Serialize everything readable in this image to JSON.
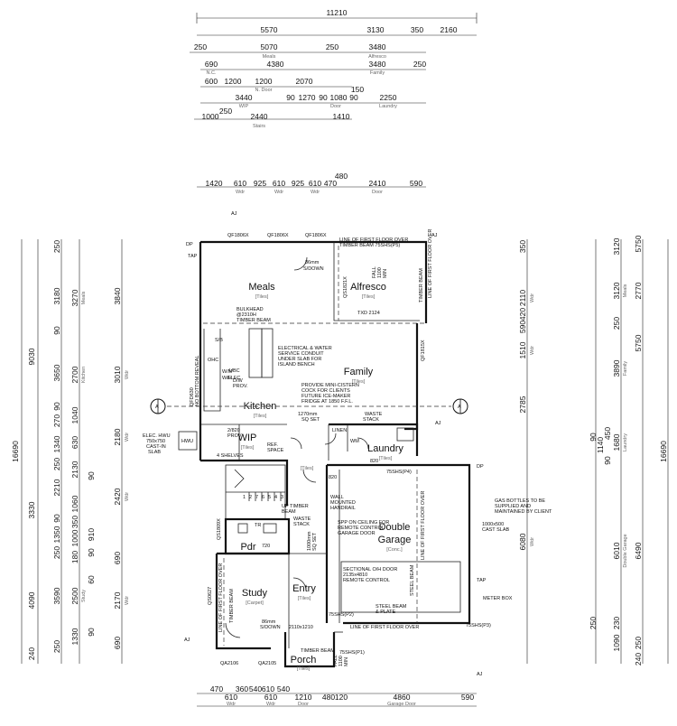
{
  "top_dims": {
    "overall": "11210",
    "r1": [
      "5570",
      "3130",
      "350",
      "2160"
    ],
    "r2": [
      "250",
      "5070",
      "250",
      "3480"
    ],
    "r2_sub": [
      "Meals",
      "Alfresco"
    ],
    "r3": [
      "690",
      "4380",
      "3480",
      "250"
    ],
    "r3_sub": [
      "N.C.",
      "Family"
    ],
    "r4": [
      "600",
      "1200",
      "1200",
      "2070"
    ],
    "r4_sub": "N. Door",
    "r5_top": "150",
    "r5": [
      "3440",
      "90",
      "1270",
      "90",
      "1080",
      "90",
      "2250"
    ],
    "r5_sub": [
      "WIP",
      "Door",
      "Laundry"
    ],
    "r6": [
      "250",
      "1000",
      "2440",
      "1410"
    ],
    "r6_sub": "Stairs",
    "w_total": "480",
    "w": [
      "1420",
      "610",
      "925",
      "610",
      "925",
      "610",
      "470",
      "2410",
      "590"
    ],
    "w_sub": [
      "Wdr",
      "Wdr",
      "Wdr",
      "Door"
    ]
  },
  "bottom_dims": {
    "b1": [
      "470",
      "360",
      "610",
      "540",
      "540"
    ],
    "b2": [
      "610",
      "610",
      "1210",
      "480",
      "120",
      "4860",
      "590"
    ],
    "sub": [
      "Wdr",
      "Wdr",
      "Door",
      "Garage Door"
    ]
  },
  "left_dims": {
    "total": "16690",
    "c1": "9030",
    "c2": [
      "250",
      "3180",
      "90",
      "3650",
      "90",
      "270",
      "1340",
      "250",
      "2210",
      "3330",
      "90",
      "1350",
      "250",
      "4090",
      "3590",
      "250",
      "240"
    ],
    "c3": [
      "3270",
      "2700",
      "1040",
      "630",
      "2130",
      "1060",
      "350",
      "1000",
      "180",
      "2500",
      "1330"
    ],
    "c3_sub": [
      "Meals",
      "Kitchen",
      "Study"
    ],
    "c4": [
      "90",
      "910",
      "90",
      "60",
      "90"
    ],
    "c5": [
      "3840",
      "3010",
      "2180",
      "2420",
      "690",
      "2170",
      "690"
    ],
    "c5_sub": [
      "Wdr",
      "Wdr",
      "Wdr",
      "Wdr"
    ]
  },
  "right_dims": {
    "total": "16690",
    "r1": [
      "350",
      "2110",
      "420",
      "590",
      "1510",
      "2785",
      "6080"
    ],
    "r1_sub": [
      "Wdr",
      "Wdr",
      "Wdr"
    ],
    "r2": [
      "3120",
      "2770",
      "250",
      "3890",
      "90",
      "1140",
      "450",
      "1680",
      "90",
      "6010",
      "250",
      "230",
      "1090",
      "250"
    ],
    "r2_sub": [
      "Meals",
      "Family",
      "Laundry",
      "Double Garage"
    ],
    "r3": [
      "5750",
      "6490",
      "240"
    ]
  },
  "rooms": {
    "meals": "Meals",
    "alfresco": "Alfresco",
    "family": "Family",
    "kitchen": "Kitchen",
    "wip": "WIP",
    "laundry": "Laundry",
    "pdr": "Pdr",
    "study": "Study",
    "entry": "Entry",
    "garage_a": "Double",
    "garage_b": "Garage",
    "porch": "Porch"
  },
  "finishes": {
    "tiles": "[Tiles]",
    "carpet": "[Carpet]",
    "conc": "[Conc.]"
  },
  "notes": {
    "sdown1": [
      "86mm",
      "S/DOWN"
    ],
    "sdown2": [
      "86mm",
      "S/DOWN"
    ],
    "bulkhead": [
      "BULKHEAD",
      "@2310H",
      "TIMBER BEAM"
    ],
    "services": [
      "ELECTRICAL & WATER",
      "SERVICE CONDUIT",
      "UNDER SLAB FOR",
      "ISLAND BENCH"
    ],
    "cistern": [
      "PROVIDE MINI-CISTERN",
      "COCK FOR CLIENTS",
      "FUTURE ICE-MAKER",
      "FRIDGE AT 1850 F.F.L."
    ],
    "sqset1": [
      "1270mm",
      "SQ SET"
    ],
    "sqset2": [
      "1000mm",
      "SQ SET"
    ],
    "waste1": [
      "WASTE",
      "STACK"
    ],
    "waste2": [
      "WASTE",
      "STACK"
    ],
    "hwu": [
      "ELEC. HWU",
      "750x750",
      "CAST-IN",
      "SLAB"
    ],
    "shelves": "4 SHELVES",
    "wip_dims": [
      "2/820",
      "PROV."
    ],
    "ref": [
      "REF.",
      "SPACE"
    ],
    "dw": [
      "D/W",
      "PROV."
    ],
    "linen": "LINEN",
    "handrail": [
      "WALL",
      "MOUNTED",
      "HANDRAIL"
    ],
    "spp": [
      "SPP ON CEILING FOR",
      "REMOTE CONTROL",
      "GARAGE DOOR"
    ],
    "sectional": [
      "SECTIONAL O/H DOOR",
      "2135x4810",
      "REMOTE CONTROL"
    ],
    "steel": [
      "STEEL BEAM",
      "& PLATE"
    ],
    "gas": [
      "GAS BOTTLES TO BE",
      "SUPPLIED AND",
      "MAINTAINED BY CLIENT"
    ],
    "cast_slab": [
      "1000x500",
      "CAST SLAB"
    ],
    "meter": "METER BOX",
    "no_reveal": [
      "QFD630",
      "NO BOTTOM REVEAL"
    ],
    "doorway": "2110x1210",
    "txd": "TXD 2124",
    "fall1": [
      "FALL",
      "1100",
      "MIN"
    ],
    "fall2": [
      "FALL",
      "1100",
      "MIN"
    ],
    "lffo": "LINE OF FIRST FLOOR OVER",
    "timber": "TIMBER BEAM",
    "timber_ss": "TIMBER BEAM 75SHS(P5)",
    "up_timber": [
      "UP TIMBER",
      "BEAM"
    ],
    "steel_beam_v": "STEEL BEAM",
    "posts": [
      "75SHS(P4)",
      "75SHS(P2)",
      "75SHS(P3)",
      "75SHS(P1)"
    ],
    "windows": [
      "QF1806X",
      "QF1806X",
      "QF1806X",
      "QS1821X",
      "QF1815X",
      "QA2106",
      "QA2105",
      "QS1809X",
      "QS0627"
    ],
    "stair_nums": [
      "7",
      "6",
      "5",
      "4",
      "3",
      "2",
      "1"
    ],
    "small": [
      "AJ",
      "DP",
      "TAP",
      "820",
      "720",
      "TR",
      "UBC",
      "OHC",
      "W/M",
      "S/B",
      "W/H",
      "ELEC",
      "WM",
      "HWU",
      "Pdr"
    ],
    "section": "A"
  }
}
